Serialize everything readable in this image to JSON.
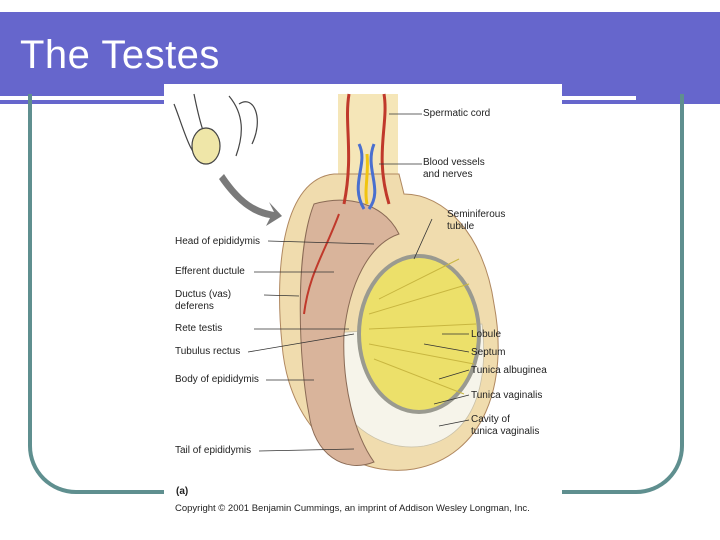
{
  "slide": {
    "title": "The Testes",
    "colors": {
      "title_bar": "#6666cc",
      "frame": "#5f8f8f",
      "epididymis": "#d9b49b",
      "tubules": "#ece06a",
      "tunica": "#f0dcae"
    }
  },
  "figure": {
    "panel_label": "(a)",
    "copyright": "Copyright © 2001 Benjamin Cummings, an imprint of Addison Wesley Longman, Inc.",
    "labels": {
      "spermatic_cord": "Spermatic cord",
      "blood_vessels": "Blood vessels\nand nerves",
      "seminiferous": "Seminiferous\ntubule",
      "head_epididymis": "Head of epididymis",
      "efferent": "Efferent ductule",
      "ductus": "Ductus (vas)\ndeferens",
      "rete": "Rete testis",
      "tubulus": "Tubulus rectus",
      "body_epididymis": "Body of epididymis",
      "tail_epididymis": "Tail of epididymis",
      "lobule": "Lobule",
      "septum": "Septum",
      "albuginea": "Tunica albuginea",
      "vaginalis": "Tunica vaginalis",
      "cavity": "Cavity of\ntunica vaginalis"
    }
  }
}
